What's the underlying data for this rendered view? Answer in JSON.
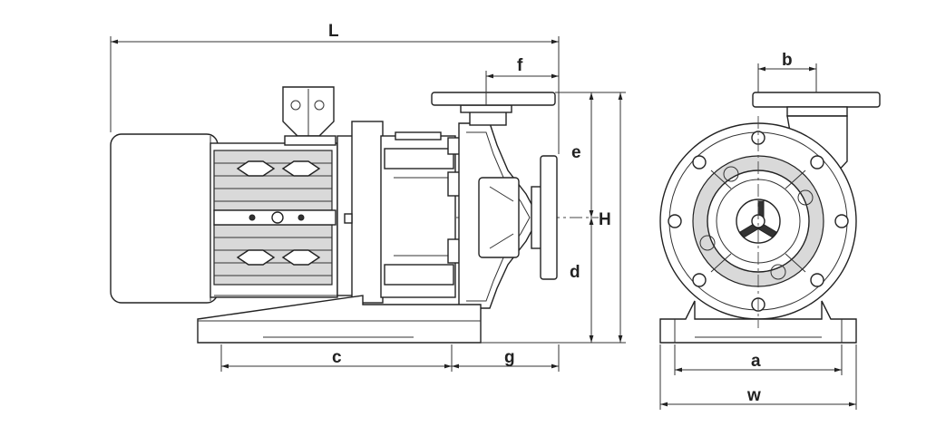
{
  "dimensions": {
    "L": "L",
    "f": "f",
    "e": "e",
    "H": "H",
    "d": "d",
    "c": "c",
    "g": "g",
    "b": "b",
    "a": "a",
    "w": "w"
  }
}
